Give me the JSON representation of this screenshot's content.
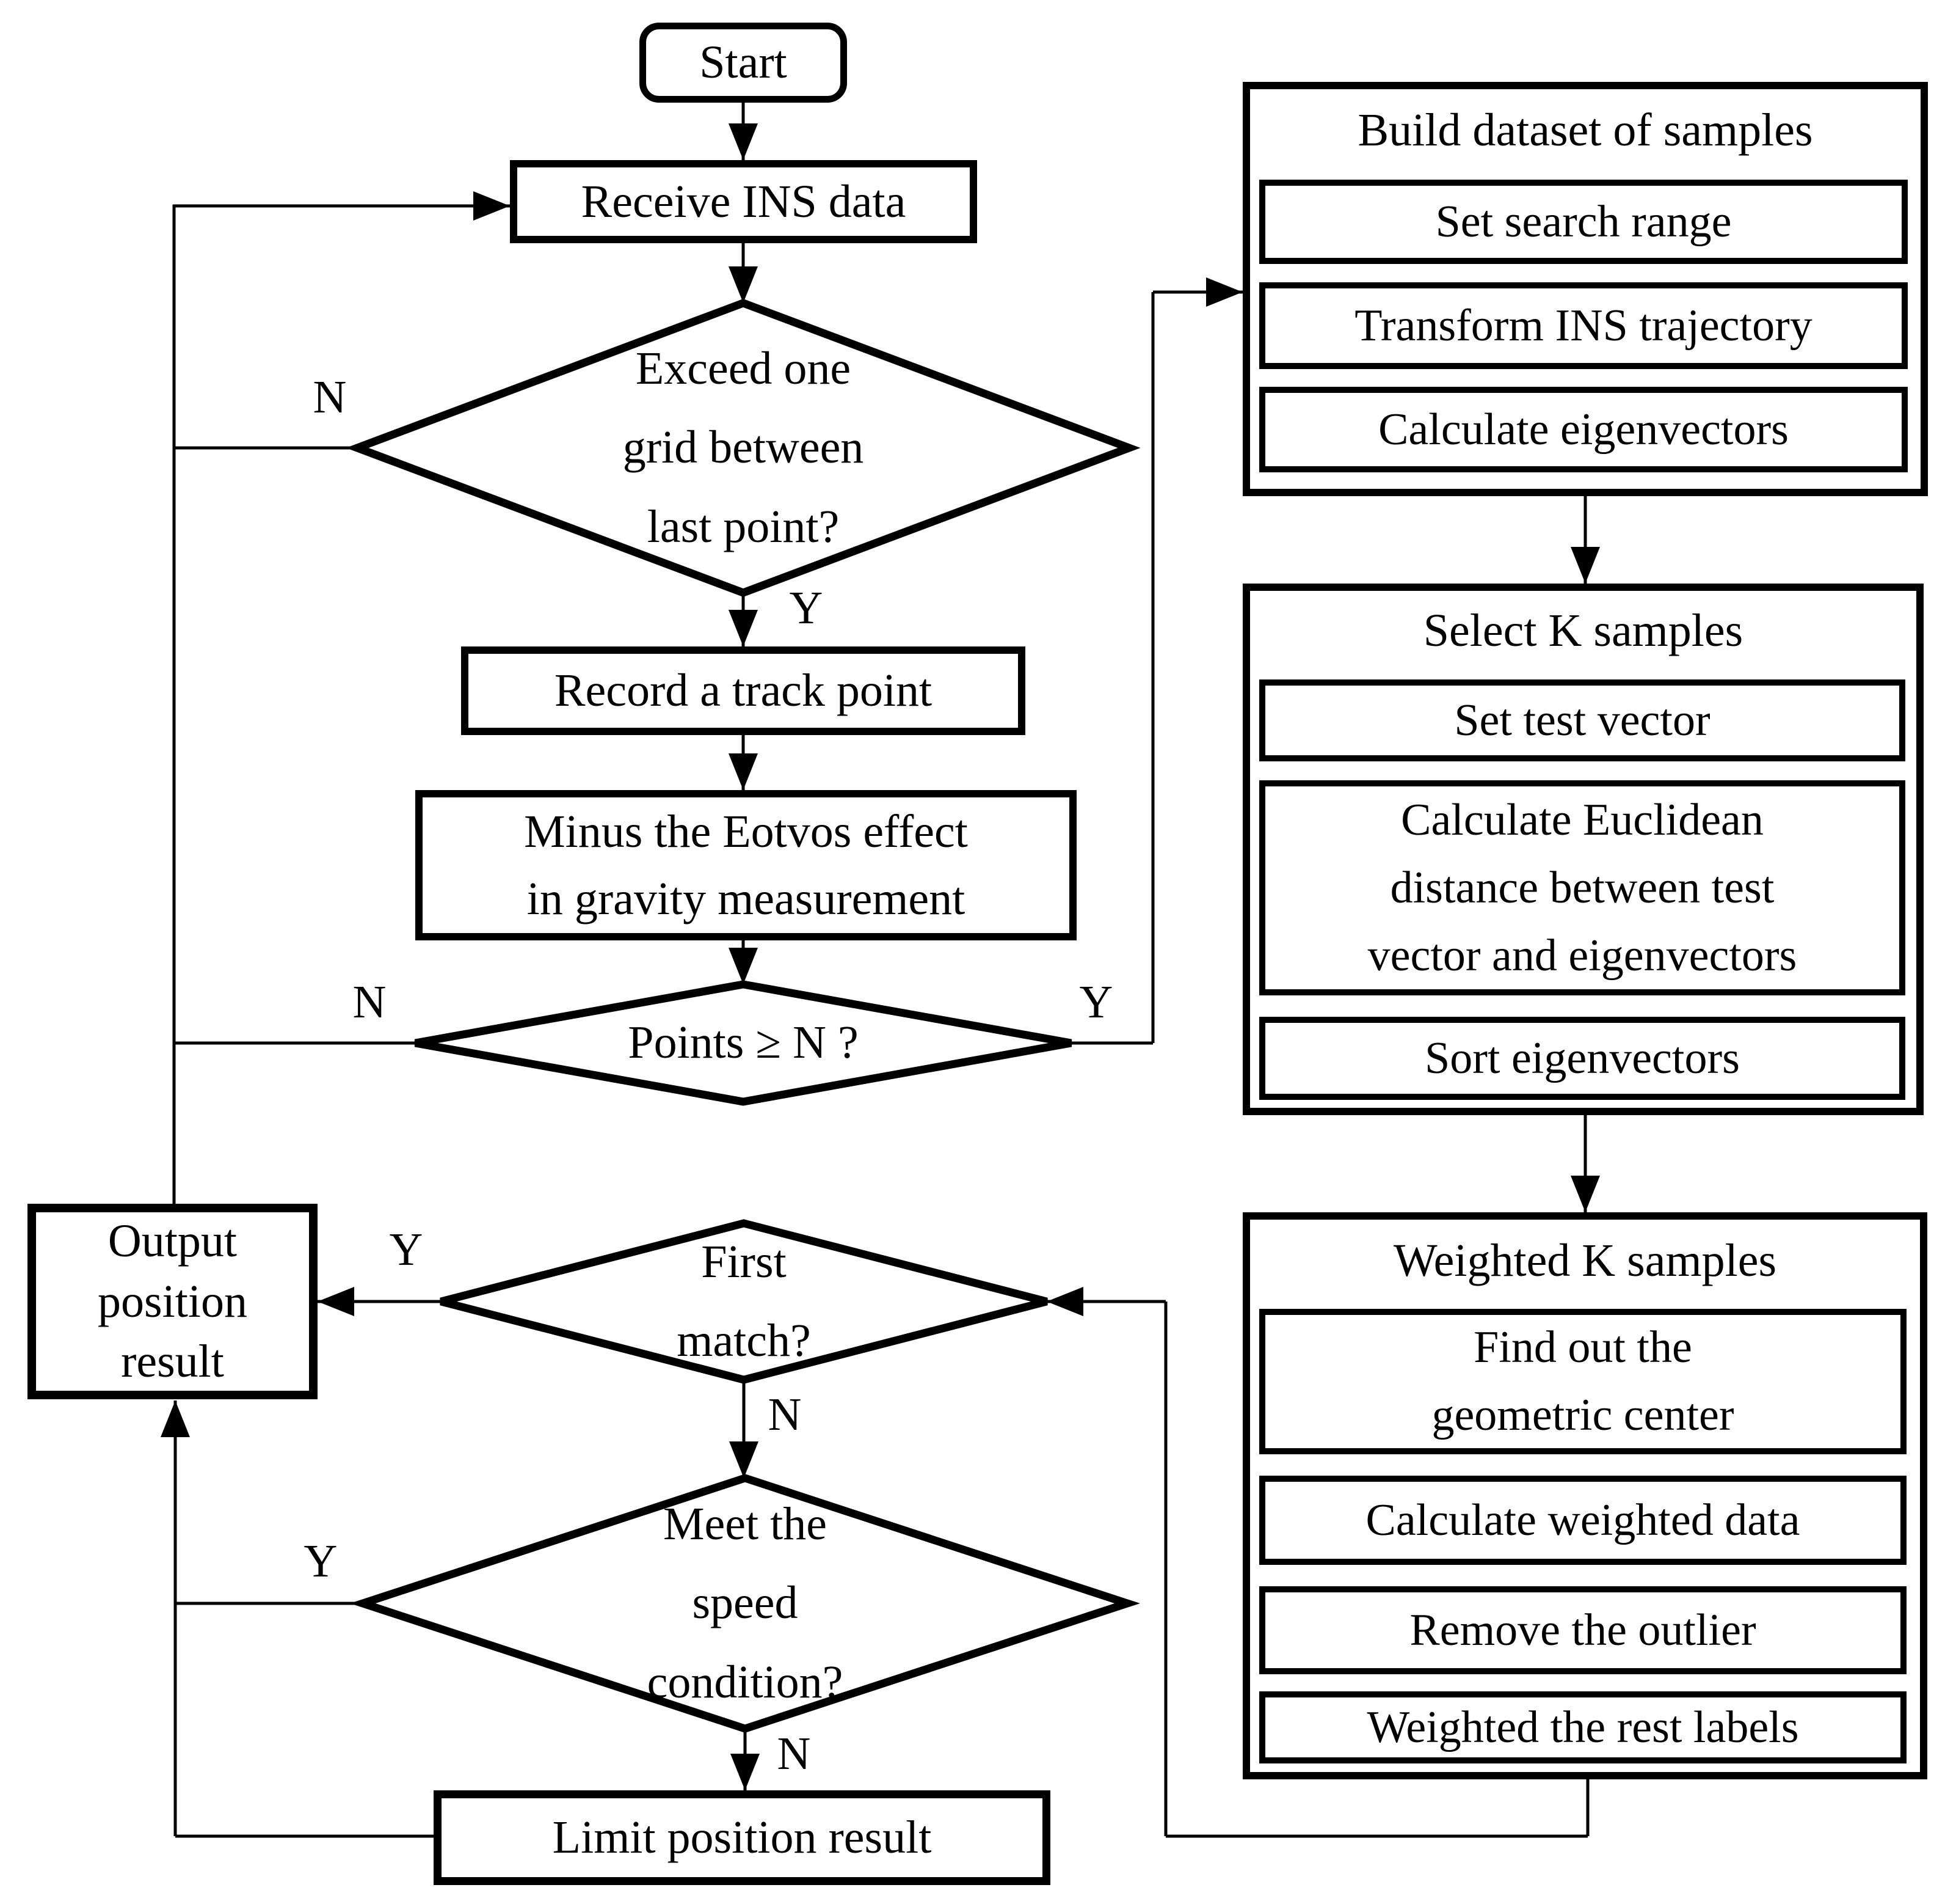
{
  "flowchart": {
    "background_color": "#ffffff",
    "line_color": "#000000",
    "nodes": {
      "start": {
        "label": "Start"
      },
      "receive_ins": {
        "label": "Receive INS data"
      },
      "exceed_grid_decision": {
        "lines": [
          "Exceed one",
          "grid between",
          "last point?"
        ]
      },
      "record_track_point": {
        "label": "Record a track point"
      },
      "minus_eotvos": {
        "lines": [
          "Minus the Eotvos effect",
          "in gravity measurement"
        ]
      },
      "points_decision": {
        "label": "Points ≥ N ?"
      },
      "output_position_result": {
        "lines": [
          "Output",
          "position",
          "result"
        ]
      },
      "first_match_decision": {
        "lines": [
          "First",
          "match?"
        ]
      },
      "speed_condition_decision": {
        "lines": [
          "Meet the",
          "speed",
          "condition?"
        ]
      },
      "limit_position_result": {
        "label": "Limit position result"
      }
    },
    "groups": {
      "build_dataset": {
        "title": "Build dataset of samples",
        "steps": [
          "Set search range",
          "Transform INS trajectory",
          "Calculate eigenvectors"
        ]
      },
      "select_k_samples": {
        "title": "Select K samples",
        "steps": [
          "Set test vector",
          [
            "Calculate Euclidean",
            "distance between test",
            "vector and eigenvectors"
          ],
          "Sort eigenvectors"
        ]
      },
      "weighted_k_samples": {
        "title": "Weighted K samples",
        "steps": [
          [
            "Find out the",
            "geometric center"
          ],
          "Calculate weighted data",
          "Remove the outlier",
          "Weighted the rest labels"
        ]
      }
    },
    "branch_labels": {
      "exceed_grid_no": "N",
      "exceed_grid_yes": "Y",
      "points_no": "N",
      "points_yes": "Y",
      "first_match_yes": "Y",
      "first_match_no": "N",
      "speed_yes": "Y",
      "speed_no": "N"
    }
  }
}
